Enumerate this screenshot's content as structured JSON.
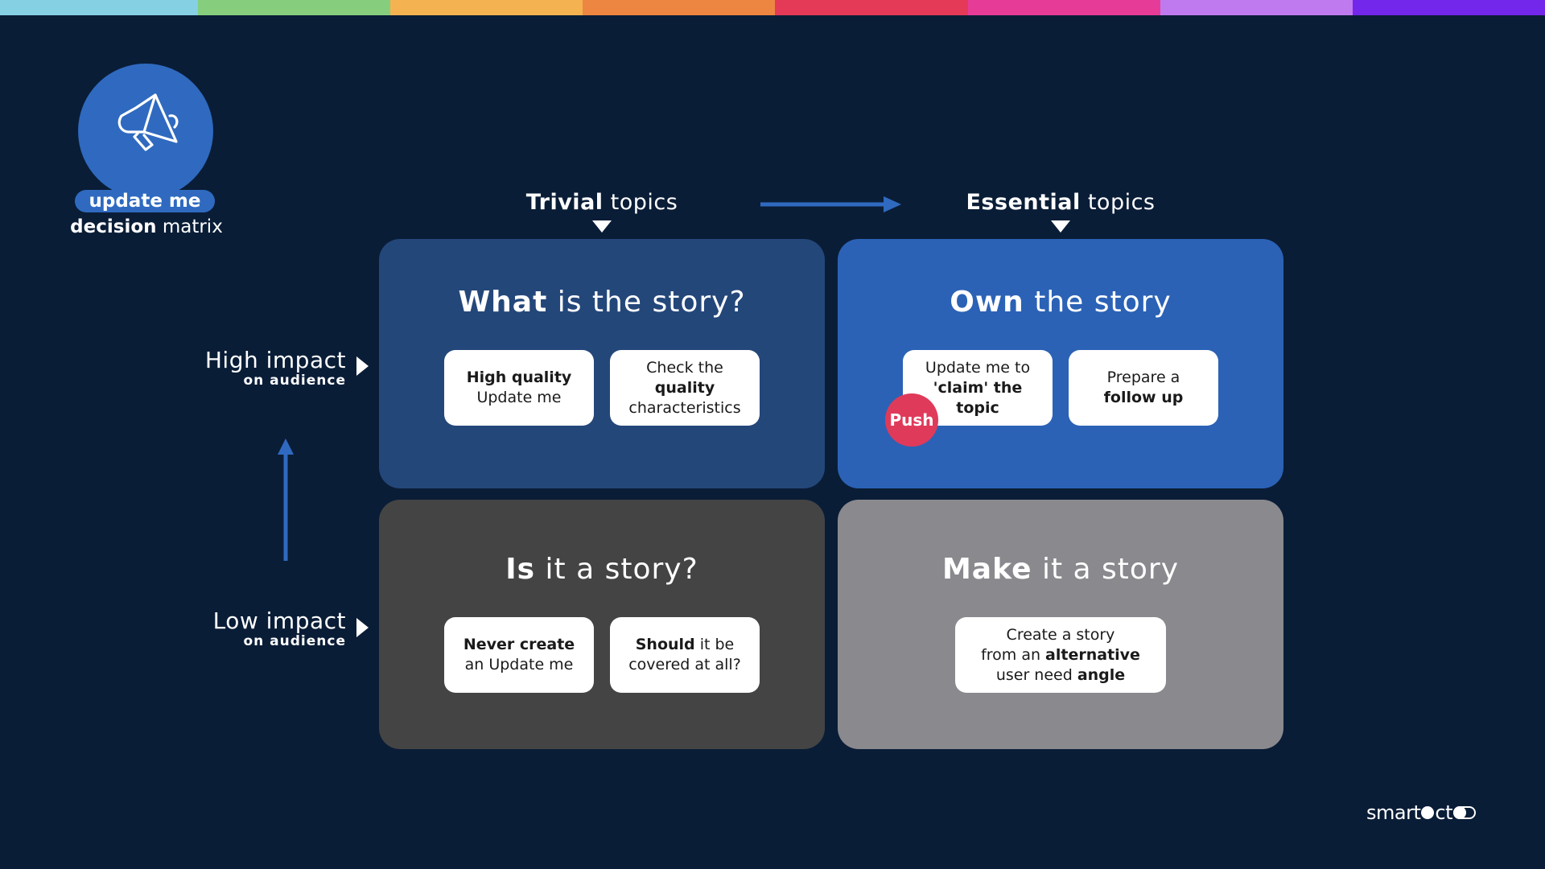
{
  "stripe_colors": [
    "#86d0e4",
    "#86ce7e",
    "#f4b350",
    "#ed8641",
    "#e43a58",
    "#e63c98",
    "#c07aef",
    "#7327ea"
  ],
  "brand": {
    "icon": "megaphone-icon",
    "pill_label": "update me",
    "subtitle_bold": "decision",
    "subtitle_rest": " matrix",
    "circle_color": "#2f6ac0"
  },
  "columns": [
    {
      "bold": "Trivial",
      "rest": " topics"
    },
    {
      "bold": "Essential",
      "rest": " topics"
    }
  ],
  "rows": [
    {
      "main": "High impact",
      "sub": "on audience"
    },
    {
      "main": "Low impact",
      "sub": "on audience"
    }
  ],
  "quadrants": {
    "top_left": {
      "title_bold": "What",
      "title_rest": " is the story?",
      "color": "#24477a",
      "cards": [
        {
          "parts": [
            {
              "b": "High quality"
            },
            {
              "t": "Update me"
            }
          ]
        },
        {
          "parts": [
            {
              "t": "Check the"
            },
            {
              "b": "quality"
            },
            {
              "t": "characteristics"
            }
          ]
        }
      ]
    },
    "top_right": {
      "title_bold": "Own",
      "title_rest": " the story",
      "color": "#2b62b6",
      "badge": "Push",
      "badge_color": "#e03a5a",
      "cards": [
        {
          "parts": [
            {
              "t": "Update me to"
            },
            {
              "b": "'claim' the"
            },
            {
              "b": "topic"
            }
          ]
        },
        {
          "parts": [
            {
              "t": "Prepare a"
            },
            {
              "b": "follow up"
            }
          ]
        }
      ]
    },
    "bottom_left": {
      "title_bold": "Is",
      "title_rest": " it a story?",
      "color": "#444444",
      "cards": [
        {
          "parts": [
            {
              "b": "Never create"
            },
            {
              "t": "an Update me"
            }
          ]
        },
        {
          "parts": [
            {
              "b": "Should",
              "t_after": " it be"
            },
            {
              "t": "covered at all?"
            }
          ]
        }
      ]
    },
    "bottom_right": {
      "title_bold": "Make",
      "title_rest": " it a story",
      "color": "#8a898e",
      "cards": [
        {
          "parts": [
            {
              "t": "Create a story"
            },
            {
              "t": "from an ",
              "b_after": "alternative"
            },
            {
              "t": "user need ",
              "b_after": "angle"
            }
          ]
        }
      ]
    }
  },
  "arrow_color": "#2f6ac0",
  "logo": {
    "text_a": "smart",
    "text_b": "ct"
  }
}
